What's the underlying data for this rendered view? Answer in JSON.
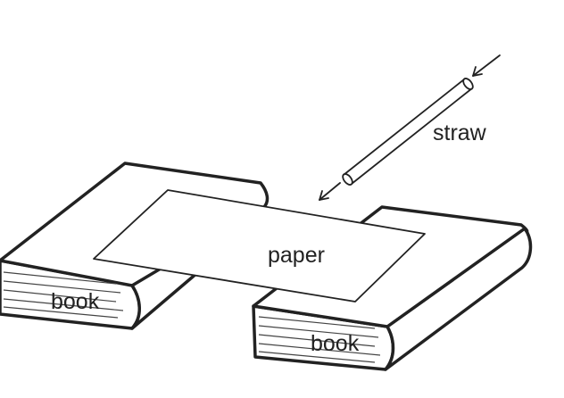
{
  "labels": {
    "straw": "straw",
    "paper": "paper",
    "book_left": "book",
    "book_right": "book"
  },
  "colors": {
    "line": "#222222",
    "background": "#ffffff"
  }
}
